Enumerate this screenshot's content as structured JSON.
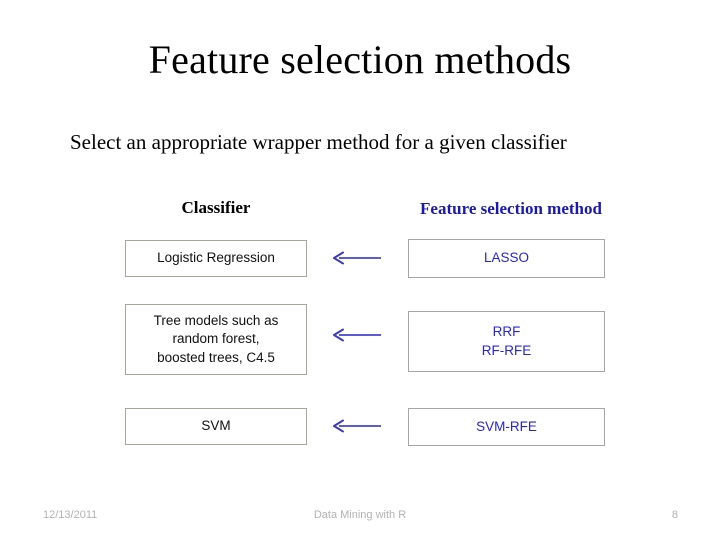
{
  "slide": {
    "title": "Feature selection methods",
    "subtitle": "Select an appropriate wrapper method for a given classifier"
  },
  "columns": {
    "left_header": "Classifier",
    "right_header": "Feature selection method"
  },
  "colors": {
    "title_text": "#000000",
    "classifier_header": "#000000",
    "method_header": "#1a1ab0",
    "method_text": "#2323e0",
    "classifier_box_border": "#a9a698",
    "method_box_border": "#a6a6a6",
    "arrow": "#5b5bd6",
    "footer_text": "#b2b2b2",
    "background": "#ffffff"
  },
  "rows": [
    {
      "classifier": "Logistic Regression",
      "classifier_lines": [
        "Logistic Regression"
      ],
      "method": "LASSO",
      "method_lines": [
        "LASSO"
      ],
      "arrow": "left-arrow-icon"
    },
    {
      "classifier": "Tree models such as random forest, boosted trees, C4.5",
      "classifier_lines": [
        "Tree models such as",
        "random forest,",
        "boosted trees, C4.5"
      ],
      "method": "RRF RF-RFE",
      "method_lines": [
        "RRF",
        "RF-RFE"
      ],
      "arrow": "left-arrow-icon"
    },
    {
      "classifier": "SVM",
      "classifier_lines": [
        "SVM"
      ],
      "method": "SVM-RFE",
      "method_lines": [
        "SVM-RFE"
      ],
      "arrow": "left-arrow-icon"
    }
  ],
  "footer": {
    "date": "12/13/2011",
    "title": "Data Mining with R",
    "page_number": "8"
  }
}
